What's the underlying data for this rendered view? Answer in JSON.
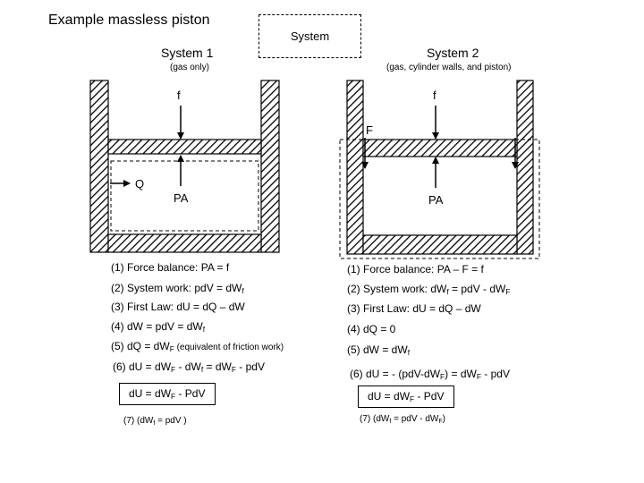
{
  "title": "Example massless piston",
  "legend": {
    "label": "System"
  },
  "system1": {
    "title": "System 1",
    "subtitle": "(gas only)",
    "labels": {
      "force": "f",
      "heat": "Q",
      "pressure": "PA"
    },
    "equations": [
      "(1) Force balance:  PA = f",
      "(2) System work:  pdV = dW",
      "(3) First Law: dU =  dQ – dW",
      "(4) dW  = pdV = dW",
      "(5) dQ  = dW",
      "(6) dU = dW",
      "dU = dW",
      "(7) (dW"
    ],
    "eq_parts": {
      "e2_sub": "f",
      "e4_sub": "f",
      "e5_sub": "F",
      "e5_tail": " (equivalent of friction work)",
      "e6_s1": "F",
      "e6_m1": " - dW",
      "e6_s2": "f",
      "e6_m2": " = dW",
      "e6_s3": "F",
      "e6_tail": " - pdV",
      "box_sub": "F",
      "box_tail": " - PdV",
      "e7_sub": "f",
      "e7_tail": " = pdV )"
    }
  },
  "system2": {
    "title": "System 2",
    "subtitle": "(gas, cylinder walls, and piston)",
    "labels": {
      "force": "f",
      "friction": "F",
      "pressure": "PA"
    },
    "equations": [
      "(1) Force balance:  PA – F = f",
      "(2) System work:  dW",
      "(3) First Law: dU =  dQ – dW",
      "(4) dQ  = 0",
      "(5) dW  =  dW",
      "(6) dU = - (pdV-dW",
      "dU = dW",
      "(7) (dW"
    ],
    "eq_parts": {
      "e2_s1": "f",
      "e2_mid": " = pdV  - dW",
      "e2_s2": "F",
      "e5_sub": "f",
      "e6_s1": "F",
      "e6_mid": ") = dW",
      "e6_s2": "F",
      "e6_tail": " - pdV",
      "box_sub": "F",
      "box_tail": " - PdV",
      "e7_s1": "f",
      "e7_mid": " = pdV  - dW",
      "e7_s2": "F",
      "e7_tail": ")"
    }
  }
}
